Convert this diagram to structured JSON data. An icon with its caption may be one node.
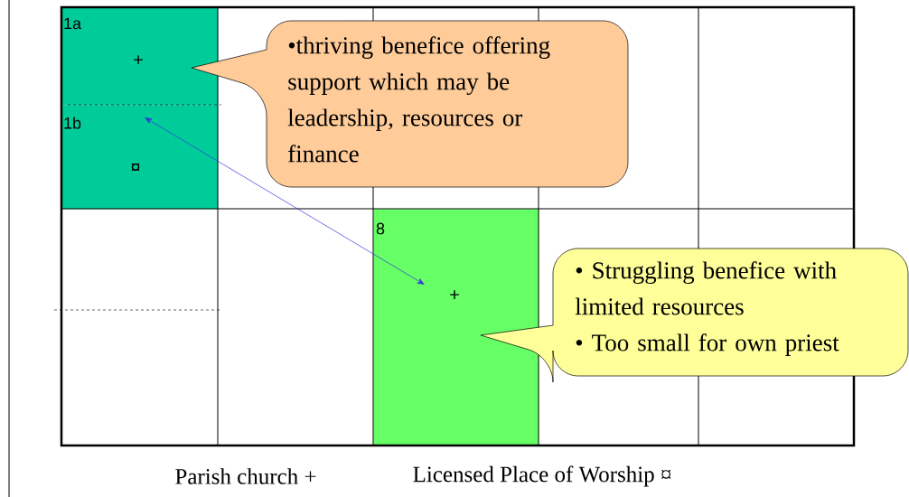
{
  "diagram": {
    "nodes": [
      {
        "text": [
          "1a",
          "+"
        ]
      },
      {
        "text": [
          "1b",
          "¤"
        ]
      },
      {
        "text": [
          "8",
          "+"
        ]
      },
      {
        "text": [
          "•thriving benefice offering support which may be leadership, resources or finance"
        ]
      },
      {
        "text": [
          "• Struggling benefice with limited resources",
          "• Too small for own priest"
        ]
      }
    ],
    "edges": [
      {
        "from": 1,
        "to": 2,
        "arrow": "both",
        "color": "#3333dd"
      }
    ],
    "labels": [
      "Parish church +",
      "Licensed Place of Worship ¤"
    ]
  }
}
